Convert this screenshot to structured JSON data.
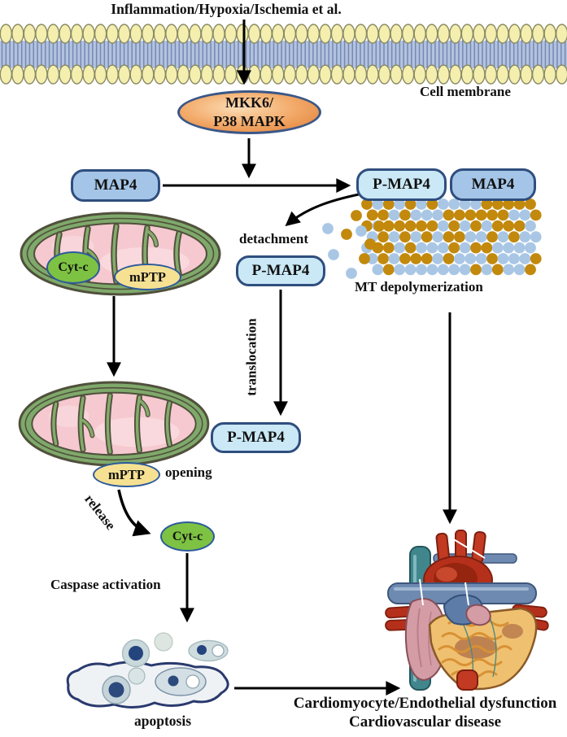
{
  "top": {
    "stimulus": "Inflammation/Hypoxia/Ischemia et al.",
    "membrane_label": "Cell membrane"
  },
  "nodes": {
    "kinase_line1": "MKK6/",
    "kinase_line2": "P38 MAPK",
    "map4": "MAP4",
    "pmap4": "P-MAP4",
    "cytc": "Cyt-c",
    "mptp": "mPTP"
  },
  "process_labels": {
    "detachment": "detachment",
    "mt_depolymerization": "MT depolymerization",
    "translocation": "translocation",
    "opening": "opening",
    "release": "release",
    "caspase_activation": "Caspase activation",
    "apoptosis": "apoptosis"
  },
  "outcome": {
    "line1": "Cardiomyocyte/Endothelial dysfunction",
    "line2": "Cardiovascular disease"
  },
  "colors": {
    "membrane_head": "#F5EFAF",
    "membrane_head_border": "#8B8B64",
    "membrane_tail_band": "#B3C3DF",
    "membrane_tail_line": "#7488B4",
    "map4_fill": "#A4C5E7",
    "pmap4_fill": "#CAE8F6",
    "node_border": "#2F4E7E",
    "kinase_orange": "#E8873C",
    "cytc_green": "#7DC242",
    "mptp_yellow": "#F6E193",
    "tubulin_gold": "#C2890D",
    "tubulin_blue": "#A9C7E5",
    "mito_rim_green": "#7FA96B",
    "mito_inner_pink": "#F5C9CF",
    "arrow_black": "#000000"
  }
}
